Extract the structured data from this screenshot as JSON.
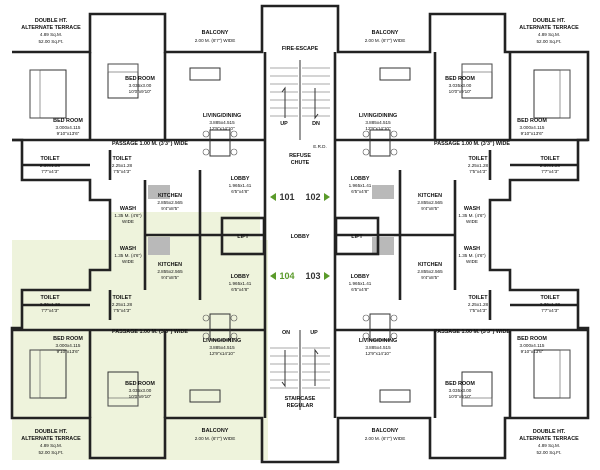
{
  "unit_numbers": {
    "u101": "101",
    "u102": "102",
    "u103": "103",
    "u104": "104"
  },
  "core": {
    "fire_escape": "FIRE-ESCAPE",
    "refuse": "REFUSE",
    "chute": "CHUTE",
    "erd": "E.R.D.",
    "up": "UP",
    "dn": "DN",
    "on": "ON",
    "lift": "LIFT",
    "lobby": "LOBBY",
    "staircase": "STAIRCASE",
    "regular": "REGULAR"
  },
  "rooms": {
    "terrace_title": "DOUBLE HT.",
    "terrace_title2": "ALTERNATE TERRACE",
    "terrace_area1": "4.89 Sq.M.",
    "terrace_area2": "52.00 Sq.Ft.",
    "balcony": "BALCONY",
    "balcony_dim": "2.00 M. (6'7\") WIDE",
    "bed": "BED ROOM",
    "bed_big_dim": "3.000x4.115",
    "bed_big_ft": "9'10\"x13'6\"",
    "bed_small_dim": "3.035x3.00",
    "bed_small_ft": "10'0\"x9'10\"",
    "living": "LIVING/DINING",
    "living_dim": "3.885x4.515",
    "living_ft": "12'9\"x14'10\"",
    "passage": "PASSAGE 1.00 M. (3'3\") WIDE",
    "toilet": "TOILET",
    "toilet_dim1": "2.30x1.28",
    "toilet_ft1": "7'7\"x4'3\"",
    "toilet_dim2": "2.25x1.28",
    "toilet_ft2": "7'5\"x4'3\"",
    "kitchen": "KITCHEN",
    "kitchen_dim": "2.855x2.565",
    "kitchen_ft": "9'4\"x8'5\"",
    "lobby": "LOBBY",
    "lobby_dim": "1.965x1.41",
    "lobby_ft": "6'5\"x4'8\"",
    "wash": "WASH",
    "wash_dim": "1.35 M. (4'6\")",
    "wash_wide": "WIDE"
  }
}
